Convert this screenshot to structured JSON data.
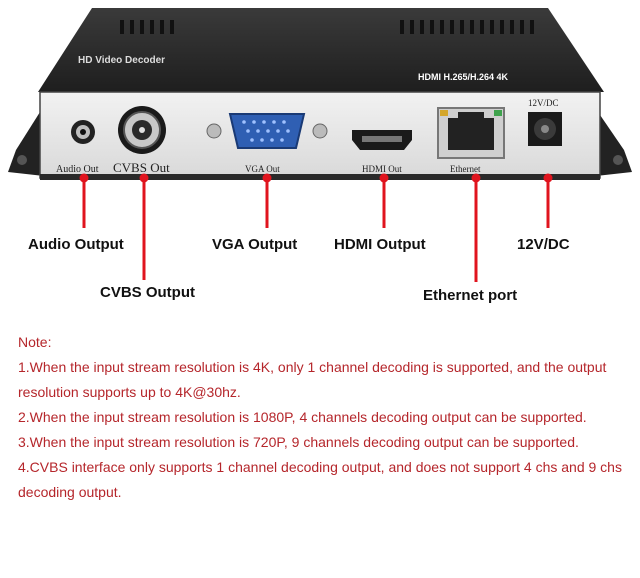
{
  "device": {
    "top_label": "HD Video Decoder",
    "badge_text": "HDMI  H.265/H.264 4K",
    "ports": [
      {
        "id": "audio",
        "panel_label": "Audio Out",
        "callout": "Audio Output"
      },
      {
        "id": "cvbs",
        "panel_label": "CVBS Out",
        "callout": "CVBS Output"
      },
      {
        "id": "vga",
        "panel_label": "VGA Out",
        "callout": "VGA Output"
      },
      {
        "id": "hdmi",
        "panel_label": "HDMI Out",
        "callout": "HDMI Output"
      },
      {
        "id": "ethernet",
        "panel_label": "Ethernet",
        "callout": "Ethernet port"
      },
      {
        "id": "dc",
        "panel_label": "12V/DC",
        "callout": "12V/DC"
      }
    ]
  },
  "notes": {
    "title": "Note:",
    "items": [
      "1.When the input stream resolution is 4K, only 1 channel decoding is supported, and the output resolution supports up to 4K@30hz.",
      "2.When the input stream resolution is 1080P, 4 channels decoding output can be supported.",
      "3.When the input stream resolution is 720P, 9 channels decoding output can be supported.",
      "4.CVBS interface only supports 1 channel decoding output, and does not support 4 chs and 9 chs decoding output."
    ]
  },
  "colors": {
    "callout_line": "#e0141e",
    "note_text": "#b5262b",
    "chassis": "#2b2b2b",
    "panel": "#e6e6e6"
  }
}
